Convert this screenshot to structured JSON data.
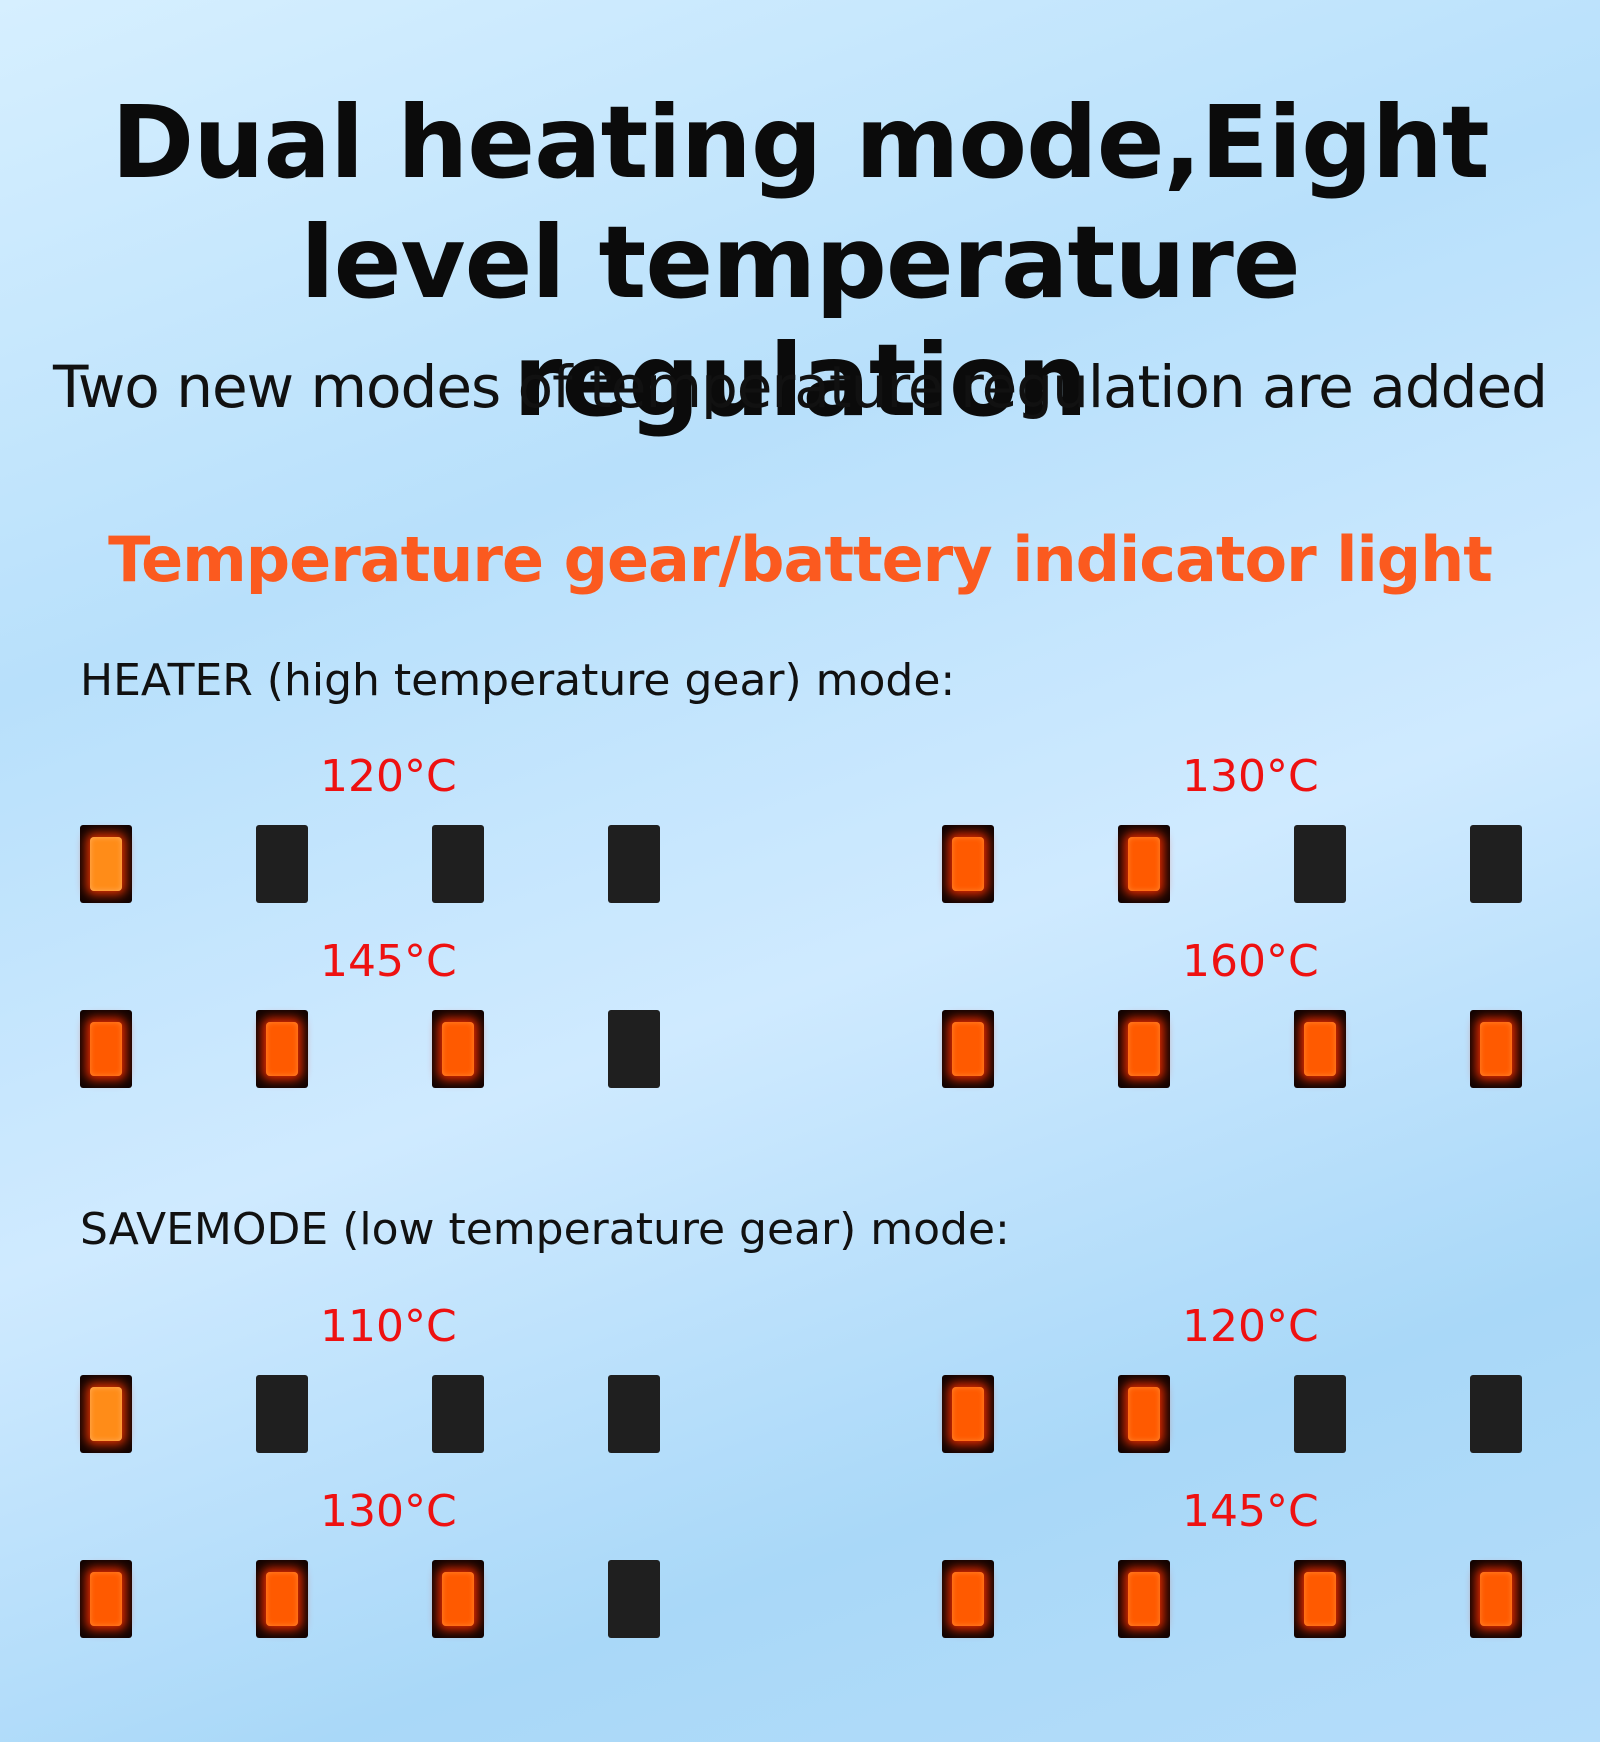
{
  "headline": {
    "line1": "Dual heating mode,Eight",
    "line2": "level temperature regulation"
  },
  "subtitle": "Two new modes of temperature regulation are added",
  "section_heading": "Temperature gear/battery indicator light",
  "colors": {
    "heading_accent": "#fb5a1f",
    "temperature_text": "#ee1111",
    "light_on": "#ff5a00",
    "light_off": "#1f1f1f"
  },
  "heater_mode": {
    "label": "HEATER (high temperature gear) mode:",
    "levels": [
      {
        "temperature": "120°C",
        "lights_on": 1,
        "lights_total": 4
      },
      {
        "temperature": "130°C",
        "lights_on": 2,
        "lights_total": 4
      },
      {
        "temperature": "145°C",
        "lights_on": 3,
        "lights_total": 4
      },
      {
        "temperature": "160°C",
        "lights_on": 4,
        "lights_total": 4
      }
    ]
  },
  "savemode": {
    "label": "SAVEMODE (low temperature gear) mode:",
    "levels": [
      {
        "temperature": "110°C",
        "lights_on": 1,
        "lights_total": 4
      },
      {
        "temperature": "120°C",
        "lights_on": 2,
        "lights_total": 4
      },
      {
        "temperature": "130°C",
        "lights_on": 3,
        "lights_total": 4
      },
      {
        "temperature": "145°C",
        "lights_on": 4,
        "lights_total": 4
      }
    ]
  }
}
